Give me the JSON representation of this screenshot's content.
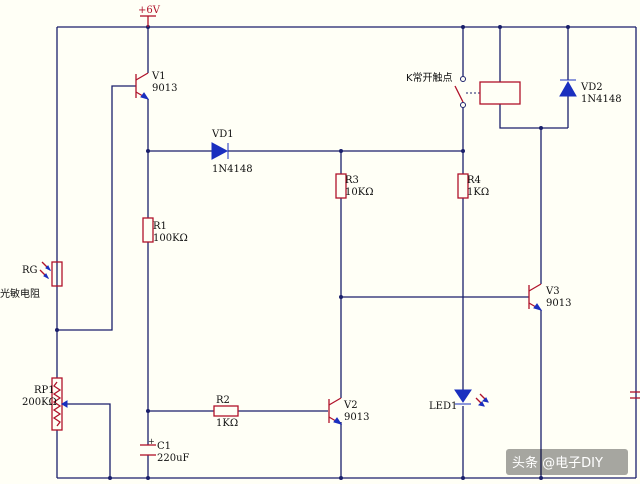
{
  "supply": {
    "label": "+6V"
  },
  "components": {
    "v1": {
      "ref": "V1",
      "value": "9013"
    },
    "v2": {
      "ref": "V2",
      "value": "9013"
    },
    "v3": {
      "ref": "V3",
      "value": "9013"
    },
    "vd1": {
      "ref": "VD1",
      "value": "1N4148"
    },
    "vd2": {
      "ref": "VD2",
      "value": "1N4148"
    },
    "r1": {
      "ref": "R1",
      "value": "100KΩ"
    },
    "r2": {
      "ref": "R2",
      "value": "1KΩ"
    },
    "r3": {
      "ref": "R3",
      "value": "10KΩ"
    },
    "r4": {
      "ref": "R4",
      "value": "1KΩ"
    },
    "rp1": {
      "ref": "RP1",
      "value": "200KΩ"
    },
    "c1": {
      "ref": "C1",
      "value": "220uF"
    },
    "rg": {
      "ref": "RG",
      "value": "光敏电阻"
    },
    "led1": {
      "ref": "LED1"
    },
    "k": {
      "ref": "K常开触点"
    }
  },
  "watermark": {
    "text": "头条 @电子DIY"
  },
  "colors": {
    "wire": "#1a1f6b",
    "component": "#b0122a",
    "diode": "#1a2fbf",
    "background": "#fffff6"
  }
}
